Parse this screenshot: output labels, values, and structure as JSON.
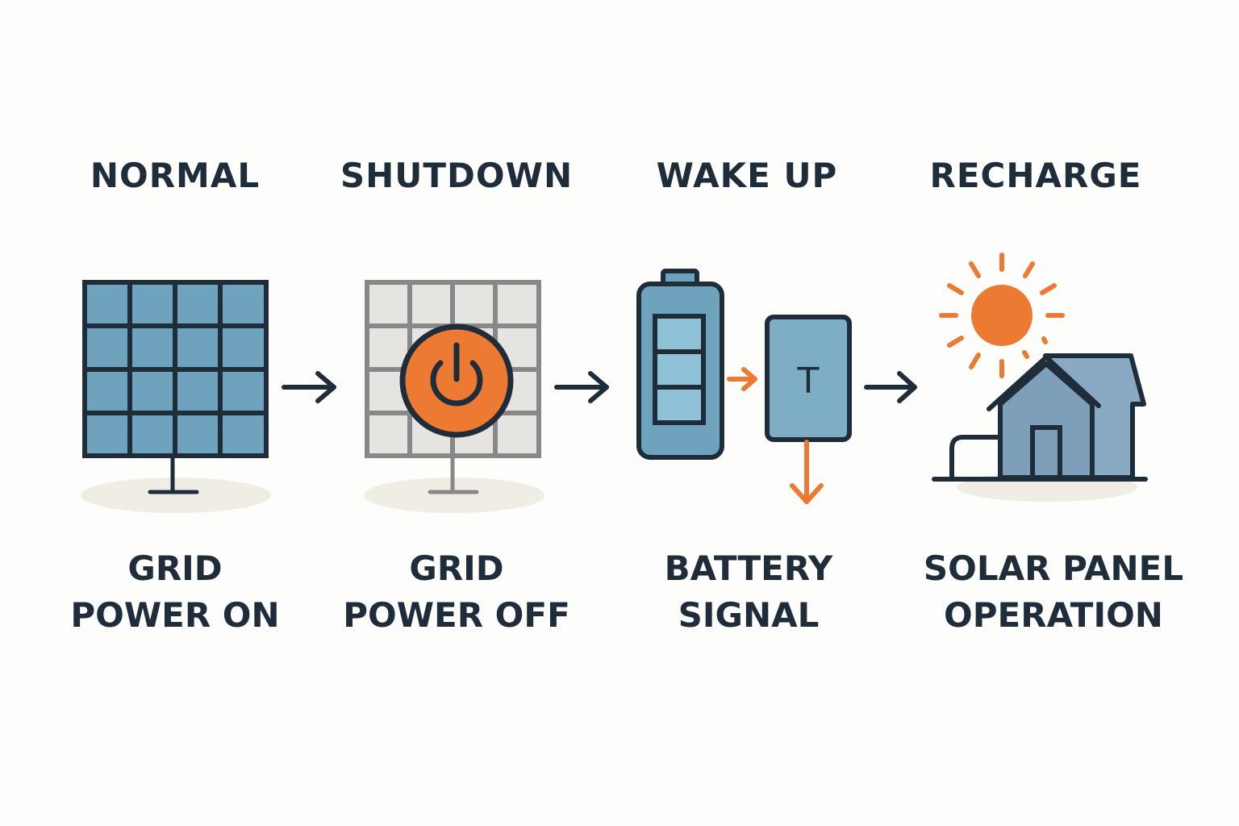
{
  "stages": [
    {
      "title": "NORMAL",
      "caption_line1": "GRID",
      "caption_line2": "POWER ON"
    },
    {
      "title": "SHUTDOWN",
      "caption_line1": "GRID",
      "caption_line2": "POWER OFF"
    },
    {
      "title": "WAKE UP",
      "caption_line1": "BATTERY",
      "caption_line2": "SIGNAL"
    },
    {
      "title": "RECHARGE",
      "caption_line1": "SOLAR PANEL",
      "caption_line2": "OPERATION"
    }
  ],
  "controller_label": "T",
  "colors": {
    "ink": "#1f2d3a",
    "panel_blue": "#6fa3bd",
    "panel_gray": "#e5e4e1",
    "accent_orange": "#ec7a32",
    "house_blue": "#7d9fba",
    "ground_shadow": "#f0ede4"
  },
  "icons": [
    "solar-panel-icon",
    "power-icon",
    "battery-icon",
    "sun-icon",
    "house-icon"
  ]
}
